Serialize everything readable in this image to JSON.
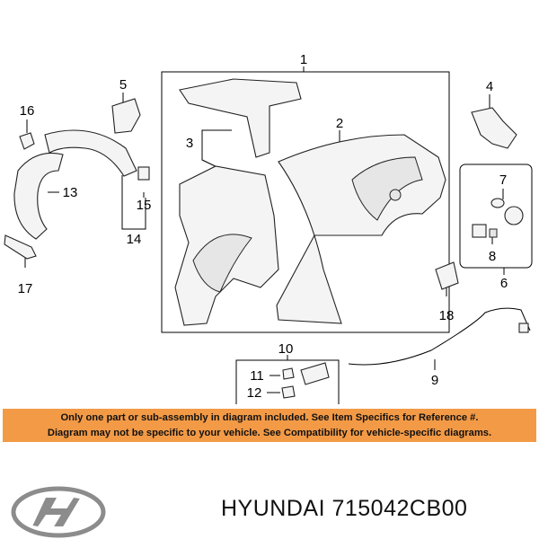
{
  "callouts": [
    "1",
    "2",
    "3",
    "4",
    "5",
    "6",
    "7",
    "8",
    "9",
    "10",
    "11",
    "12",
    "13",
    "14",
    "15",
    "16",
    "17",
    "18"
  ],
  "disclaimer": {
    "line1": "Only one part or sub-assembly in diagram included. See Item Specifics for Reference #.",
    "line2": "Diagram may not be specific to your vehicle. See Compatibility for vehicle-specific diagrams."
  },
  "footer": {
    "brand": "HYUNDAI",
    "part_number": "715042CB00"
  },
  "colors": {
    "banner": "#f39a46",
    "ink": "#111111"
  },
  "icons": [
    "hyundai-logo-icon"
  ]
}
